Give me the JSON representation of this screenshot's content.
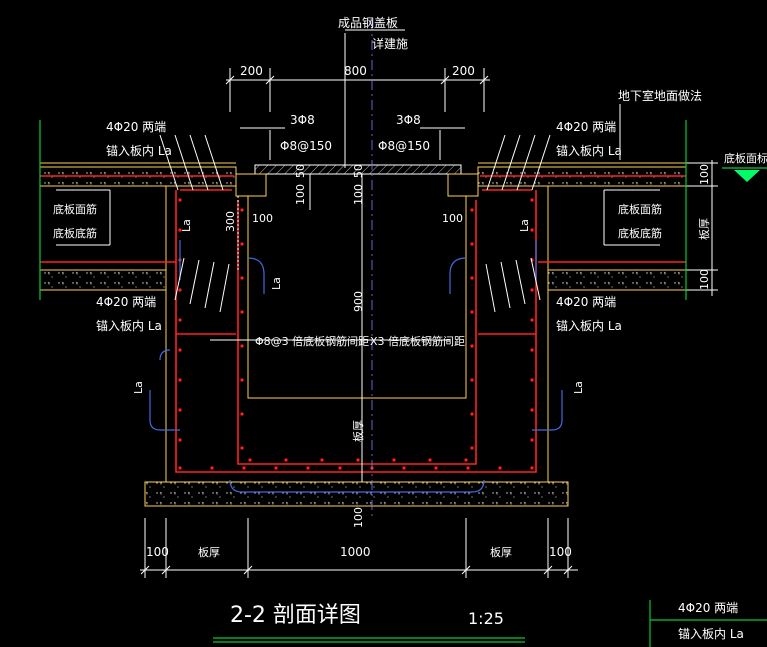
{
  "drawing": {
    "title": "2-2 剖面详图",
    "scale": "1:25",
    "colors": {
      "background": "#000000",
      "concrete_edge": "#ffd24d",
      "rebar": "#ff2020",
      "dimension": "#ffffff",
      "leader": "#ffffff",
      "level_marker": "#00ff66",
      "grid_line": "#7f7fff",
      "detail_line": "#00ff00",
      "insulation": "#4169e1"
    },
    "top_labels": {
      "cover_plate": "成品钢盖板",
      "detail_ref": "详建施",
      "floor_finish": "地下室地面做法"
    },
    "top_dimensions": {
      "left": "200",
      "center": "800",
      "right": "200"
    },
    "rebar_labels": {
      "left_top_count": "3Φ8",
      "right_top_count": "3Φ8",
      "left_stirrup": "Φ8@150",
      "right_stirrup": "Φ8@150",
      "left_main": "4Φ20 两端",
      "left_anchor": "锚入板内 La",
      "right_main": "4Φ20 两端",
      "right_anchor": "锚入板内 La",
      "left_lower_main": "4Φ20 两端",
      "left_lower_anchor": "锚入板内 La",
      "right_lower_main": "4Φ20 两端",
      "right_lower_anchor": "锚入板内 La",
      "slab_top_left": "底板面筋",
      "slab_bottom_left": "底板底筋",
      "slab_top_right": "底板面筋",
      "slab_bottom_right": "底板底筋",
      "bottom_rebar_note": "Φ8@3 倍底板钢筋间距",
      "bottom_rebar_note2": "X3 倍底板钢筋间距",
      "la_left": "La",
      "la_left2": "La",
      "la_left3": "La",
      "la_right": "La",
      "la_right2": "La"
    },
    "side_dims": {
      "level_label": "底板面标高",
      "top_100": "100",
      "slab_thk": "板厚",
      "bot_100": "100"
    },
    "inner_dims": {
      "d50a": "50",
      "d50b": "50",
      "d100a": "100",
      "d100b": "100",
      "d100c": "100",
      "d100d": "100",
      "d300": "300",
      "d900": "900",
      "thick": "板厚",
      "base_100": "100"
    },
    "bottom_dims": {
      "left100": "100",
      "left_thick": "板厚",
      "center": "1000",
      "right_thick": "板厚",
      "right100": "100"
    },
    "legend": {
      "main": "4Φ20 两端",
      "anchor": "锚入板内 La"
    }
  }
}
